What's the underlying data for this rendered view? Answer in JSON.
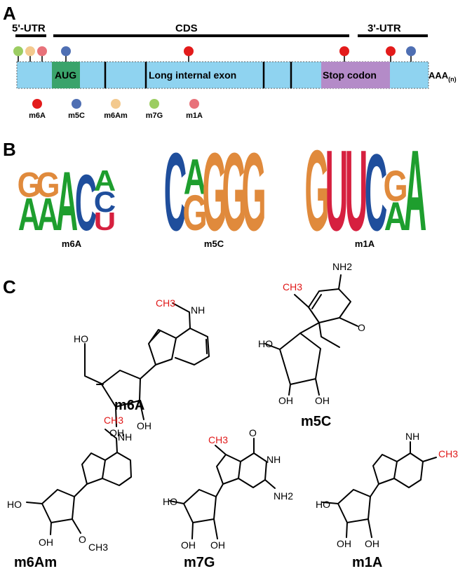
{
  "panels": {
    "a": "A",
    "b": "B",
    "c": "C"
  },
  "transcript": {
    "regions": {
      "utr5": "5'-UTR",
      "cds": "CDS",
      "utr3": "3'-UTR"
    },
    "aug": "AUG",
    "long_exon": "Long internal exon",
    "stop": "Stop codon",
    "polya": "AAA",
    "polya_sub": "(n)",
    "colors": {
      "mrna": "#8fd3f0",
      "aug": "#3aa36b",
      "stop": "#b48bc8"
    }
  },
  "legend": [
    {
      "label": "m6A",
      "color": "#e31b1b"
    },
    {
      "label": "m5C",
      "color": "#4f6fb3"
    },
    {
      "label": "m6Am",
      "color": "#f3c98e"
    },
    {
      "label": "m7G",
      "color": "#9ccd62"
    },
    {
      "label": "m1A",
      "color": "#e8727a"
    }
  ],
  "motifs": [
    {
      "label": "m6A",
      "columns": [
        [
          "A",
          "G"
        ],
        [
          "A",
          "G"
        ],
        [
          "A"
        ],
        [
          "C"
        ],
        [
          "U",
          "C",
          "A"
        ]
      ]
    },
    {
      "label": "m5C",
      "columns": [
        [
          "C"
        ],
        [
          "G",
          "A"
        ],
        [
          "G"
        ],
        [
          "G"
        ],
        [
          "G"
        ]
      ]
    },
    {
      "label": "m1A",
      "columns": [
        [
          "G"
        ],
        [
          "U"
        ],
        [
          "U"
        ],
        [
          "C"
        ],
        [
          "A",
          "G"
        ],
        [
          "A"
        ]
      ]
    }
  ],
  "base_colors": {
    "A": "#1e9e2e",
    "C": "#1f4e9c",
    "G": "#e08a3c",
    "U": "#d6203f",
    "T": "#2aa0a0"
  },
  "structures": [
    {
      "name": "m6A",
      "atoms": [
        "HO",
        "OH",
        "OH",
        "NH",
        "CH3"
      ]
    },
    {
      "name": "m5C",
      "atoms": [
        "HO",
        "OH",
        "OH",
        "NH2",
        "O",
        "CH3"
      ]
    },
    {
      "name": "m6Am",
      "atoms": [
        "HO",
        "OH",
        "O",
        "CH3",
        "NH",
        "CH3"
      ]
    },
    {
      "name": "m7G",
      "atoms": [
        "HO",
        "OH",
        "OH",
        "NH",
        "NH2",
        "O",
        "CH3"
      ]
    },
    {
      "name": "m1A",
      "atoms": [
        "HO",
        "OH",
        "OH",
        "NH",
        "CH3"
      ]
    }
  ]
}
